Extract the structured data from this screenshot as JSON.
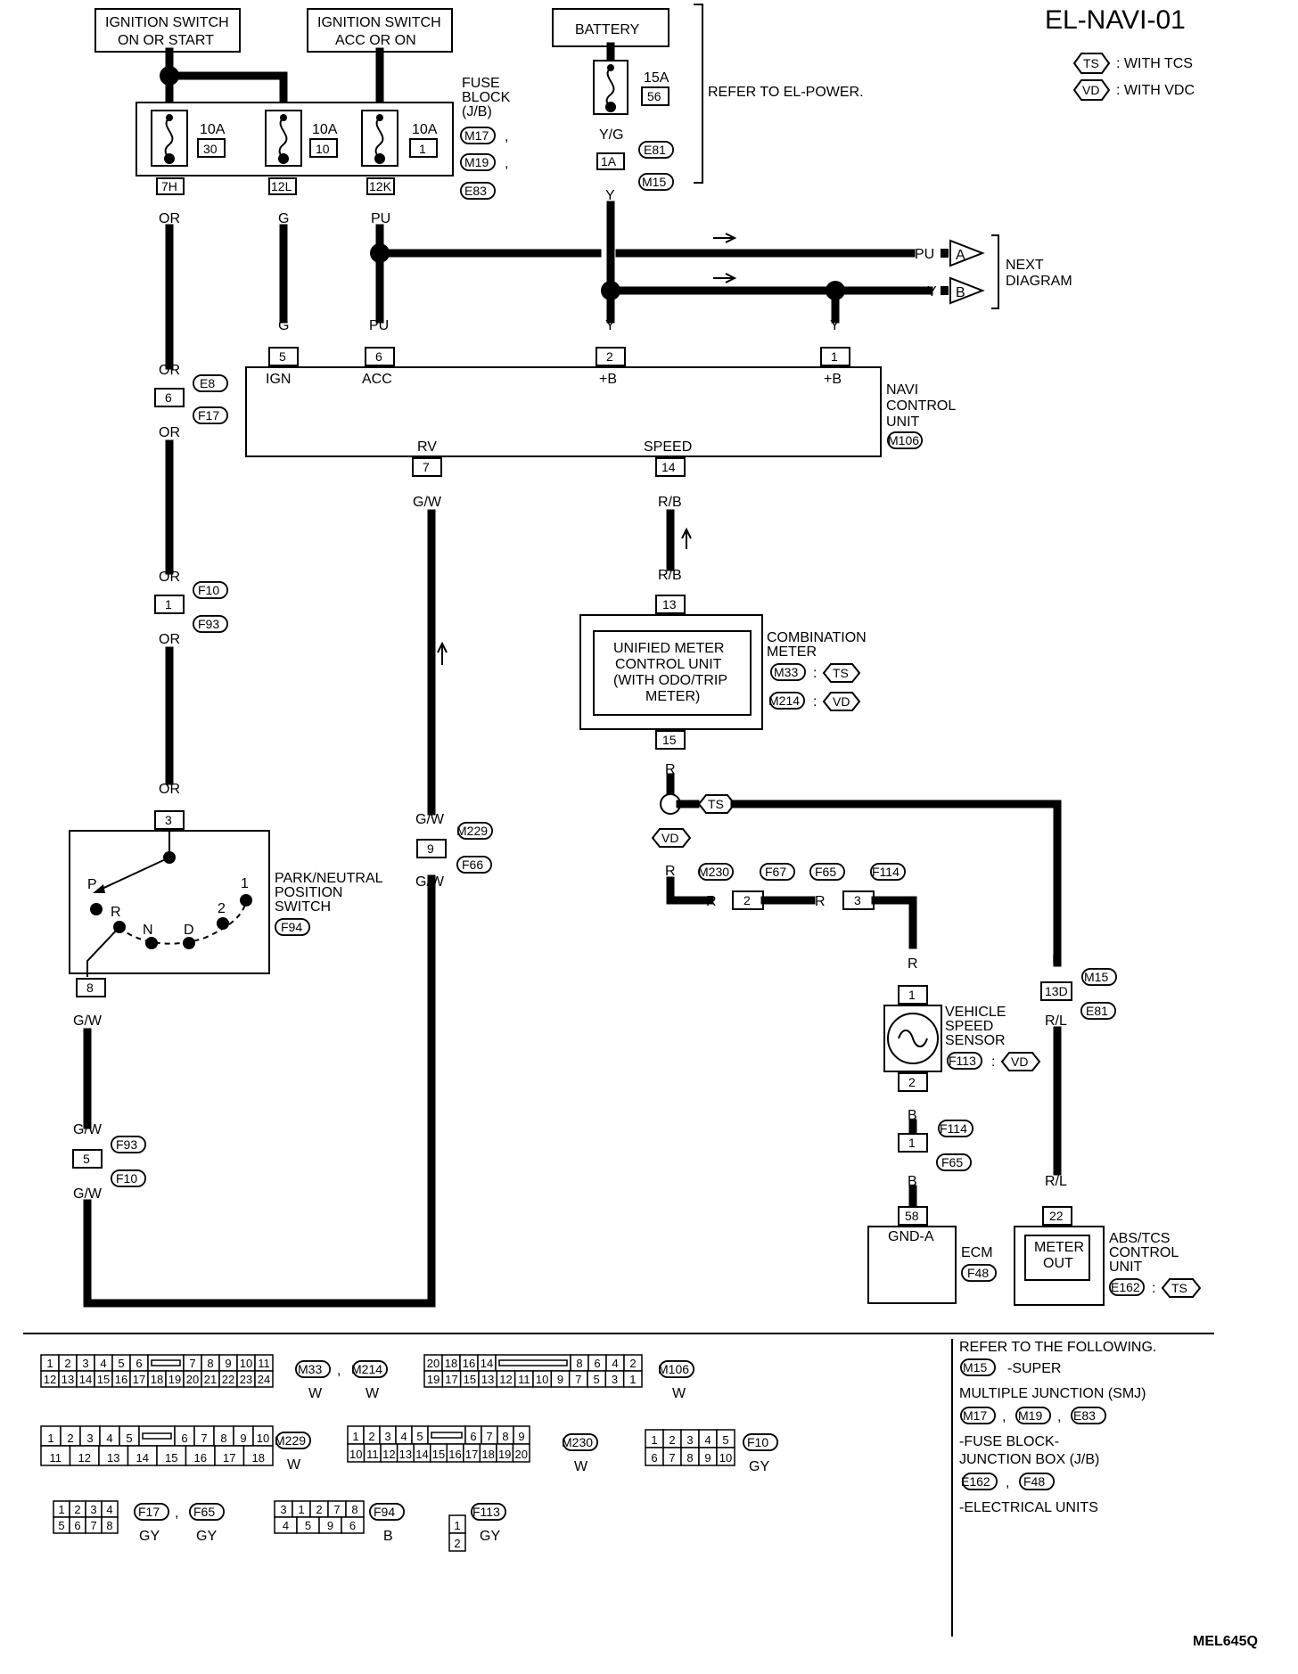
{
  "title": "EL-NAVI-01",
  "figure_code": "MEL645Q",
  "legend": [
    {
      "tag": "TS",
      "text": ": WITH TCS"
    },
    {
      "tag": "VD",
      "text": ": WITH VDC"
    }
  ],
  "power": {
    "ign_on_start": [
      "IGNITION SWITCH",
      "ON OR START"
    ],
    "ign_acc_on": [
      "IGNITION SWITCH",
      "ACC OR ON"
    ],
    "battery": "BATTERY",
    "refer": "REFER TO EL-POWER.",
    "fuse_block": [
      "FUSE",
      "BLOCK",
      "(J/B)"
    ],
    "fuse_block_conns": [
      "M17",
      "M19",
      "E83"
    ],
    "sep": ",",
    "fuses": [
      {
        "amp": "10A",
        "num": "30",
        "pin": "7H",
        "wire": "OR"
      },
      {
        "amp": "10A",
        "num": "10",
        "pin": "12L",
        "wire": "G"
      },
      {
        "amp": "10A",
        "num": "1",
        "pin": "12K",
        "wire": "PU"
      }
    ],
    "battery_fuse": {
      "amp": "15A",
      "num": "56",
      "wire_top": "Y/G",
      "pin": "1A",
      "wire_bot": "Y",
      "conns": [
        "E81",
        "M15"
      ]
    }
  },
  "next_diagram": {
    "label": [
      "NEXT",
      "DIAGRAM"
    ],
    "a": {
      "wire": "PU",
      "tag": "A"
    },
    "b": {
      "wire": "Y",
      "tag": "B"
    }
  },
  "navi": {
    "name": [
      "NAVI",
      "CONTROL",
      "UNIT"
    ],
    "conn": "M106",
    "pins_top": [
      {
        "pin": "5",
        "label": "IGN",
        "wire": "G"
      },
      {
        "pin": "6",
        "label": "ACC",
        "wire": "PU"
      },
      {
        "pin": "2",
        "label": "+B",
        "wire": "Y"
      },
      {
        "pin": "1",
        "label": "+B",
        "wire": "Y"
      }
    ],
    "pins_bottom": [
      {
        "pin": "7",
        "label": "RV",
        "wire": "G/W"
      },
      {
        "pin": "14",
        "label": "SPEED",
        "wire": "R/B"
      }
    ]
  },
  "or_line": {
    "j1": {
      "pin": "6",
      "wire_top": "OR",
      "wire_bot": "OR",
      "conns": [
        "E8",
        "F17"
      ]
    },
    "j2": {
      "pin": "1",
      "wire_top": "OR",
      "wire_bot": "OR",
      "conns": [
        "F10",
        "F93"
      ]
    },
    "pnp_top": {
      "pin": "3",
      "wire": "OR"
    }
  },
  "pnp": {
    "name": [
      "PARK/NEUTRAL",
      "POSITION",
      "SWITCH"
    ],
    "conn": "F94",
    "positions": [
      "P",
      "R",
      "N",
      "D",
      "2",
      "1"
    ],
    "pin_bottom": "8",
    "wire_bottom": "G/W"
  },
  "gw_line": {
    "j1": {
      "pin": "9",
      "wire_top": "G/W",
      "wire_bot": "G/W",
      "conns": [
        "M229",
        "F66"
      ]
    },
    "j2": {
      "pin": "5",
      "wire_top": "G/W",
      "wire_bot": "G/W",
      "conns": [
        "F93",
        "F10"
      ]
    }
  },
  "combination_meter": {
    "name": [
      "COMBINATION",
      "METER"
    ],
    "inner": [
      "UNIFIED METER",
      "CONTROL UNIT",
      "(WITH ODO/TRIP",
      "METER)"
    ],
    "pin_top": "13",
    "wire_top": "R/B",
    "pin_bottom": "15",
    "wire_bottom": "R",
    "conns": [
      {
        "conn": "M33",
        "tag": "TS"
      },
      {
        "conn": "M214",
        "tag": "VD"
      }
    ],
    "colon": ":"
  },
  "speed_branch": {
    "ts_tag": "TS",
    "vd_tag": "VD",
    "wire_r": "R",
    "j_m230": {
      "pin": "2",
      "conns": [
        "M230",
        "F67"
      ]
    },
    "j_f65": {
      "pin": "3",
      "conns": [
        "F65",
        "F114"
      ]
    }
  },
  "vss": {
    "name": [
      "VEHICLE",
      "SPEED",
      "SENSOR"
    ],
    "conn": "F113",
    "tag": "VD",
    "pin_top": "1",
    "pin_bottom": "2",
    "wire_top": "R",
    "wire_bottom": "B"
  },
  "ecm_line": {
    "j": {
      "pin": "1",
      "wire_top": "B",
      "wire_bot": "B",
      "conns": [
        "F114",
        "F65"
      ]
    }
  },
  "ecm": {
    "pin": "58",
    "label": "GND-A",
    "name": "ECM",
    "conn": "F48"
  },
  "abs_line": {
    "j": {
      "pin": "13D",
      "wire_top": "R",
      "wire_bot": "R/L",
      "conns": [
        "M15",
        "E81"
      ]
    },
    "wire_top2": "R/L"
  },
  "abs": {
    "pin": "22",
    "inner": [
      "METER",
      "OUT"
    ],
    "name": [
      "ABS/TCS",
      "CONTROL",
      "UNIT"
    ],
    "conn": "E162",
    "tag": "TS"
  },
  "connectors": {
    "m33": {
      "row1": [
        "1",
        "2",
        "3",
        "4",
        "5",
        "6",
        "7",
        "8",
        "9",
        "10",
        "11"
      ],
      "row2": [
        "12",
        "13",
        "14",
        "15",
        "16",
        "17",
        "18",
        "19",
        "20",
        "21",
        "22",
        "23",
        "24"
      ],
      "ids": [
        "M33",
        "M214"
      ],
      "color": "W"
    },
    "m106": {
      "row1": [
        "20",
        "18",
        "16",
        "14",
        "8",
        "6",
        "4",
        "2"
      ],
      "row2": [
        "19",
        "17",
        "15",
        "13",
        "12",
        "11",
        "10",
        "9",
        "7",
        "5",
        "3",
        "1"
      ],
      "id": "M106",
      "color": "W"
    },
    "m229": {
      "row1": [
        "1",
        "2",
        "3",
        "4",
        "5",
        "6",
        "7",
        "8",
        "9",
        "10"
      ],
      "row2": [
        "11",
        "12",
        "13",
        "14",
        "15",
        "16",
        "17",
        "18"
      ],
      "id": "M229",
      "color": "W"
    },
    "m230": {
      "row1": [
        "1",
        "2",
        "3",
        "4",
        "5",
        "6",
        "7",
        "8",
        "9"
      ],
      "row2": [
        "10",
        "11",
        "12",
        "13",
        "14",
        "15",
        "16",
        "17",
        "18",
        "19",
        "20"
      ],
      "id": "M230",
      "color": "W"
    },
    "f10": {
      "row1": [
        "1",
        "2",
        "3",
        "4",
        "5"
      ],
      "row2": [
        "6",
        "7",
        "8",
        "9",
        "10"
      ],
      "id": "F10",
      "color": "GY"
    },
    "f17": {
      "row1": [
        "1",
        "2",
        "3",
        "4"
      ],
      "row2": [
        "5",
        "6",
        "7",
        "8"
      ],
      "ids": [
        "F17",
        "F65"
      ],
      "color": "GY"
    },
    "f94": {
      "row1": [
        "3",
        "1",
        "2",
        "7",
        "8"
      ],
      "row2": [
        "4",
        "5",
        "9",
        "6"
      ],
      "id": "F94",
      "color": "B"
    },
    "f113": {
      "row1": [
        "1"
      ],
      "row2": [
        "2"
      ],
      "id": "F113",
      "color": "GY"
    }
  },
  "refer_box": {
    "heading": "REFER TO THE FOLLOWING.",
    "super_conn": "M15",
    "super_text": "-SUPER",
    "smj": "MULTIPLE JUNCTION (SMJ)",
    "jb_conns": [
      "M17",
      "M19",
      "E83"
    ],
    "jb_text": [
      "-FUSE BLOCK-",
      "JUNCTION BOX (J/B)"
    ],
    "ecu_conns": [
      "E162",
      "F48"
    ],
    "ecu_text": "-ELECTRICAL UNITS"
  }
}
